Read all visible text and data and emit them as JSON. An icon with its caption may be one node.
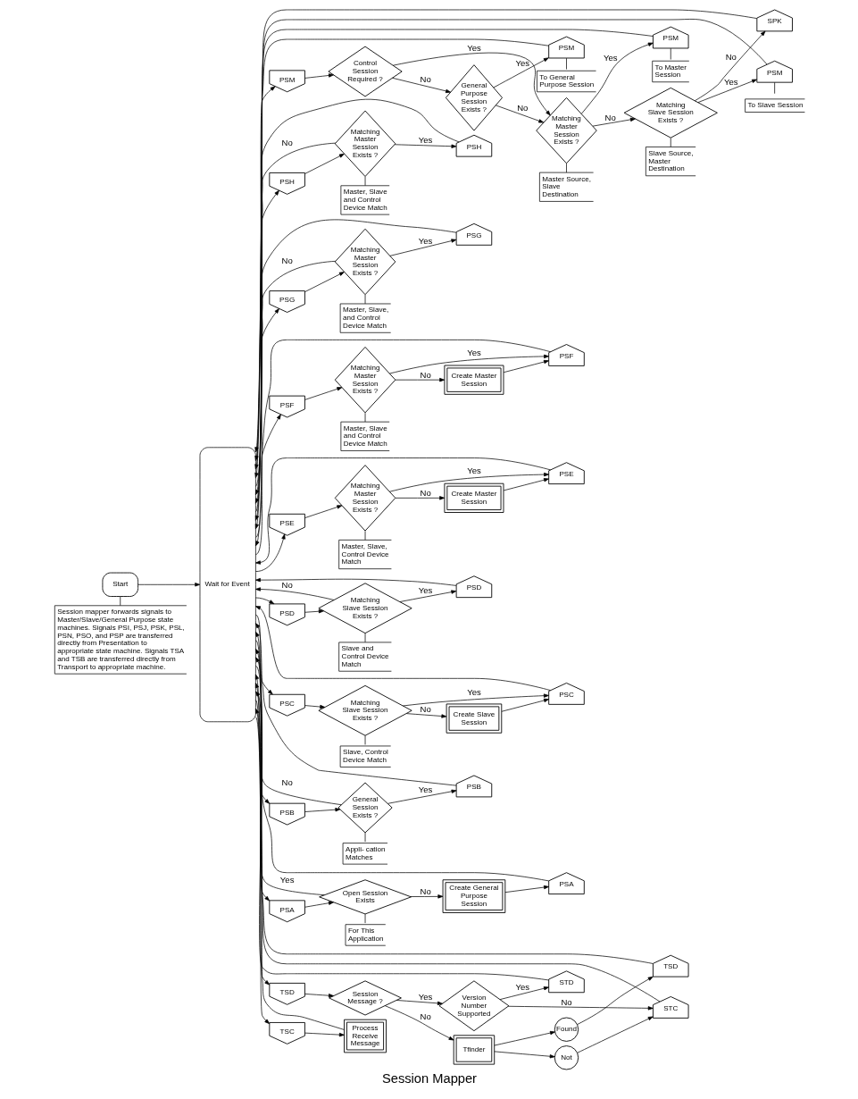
{
  "diagram": {
    "title": "Session Mapper",
    "nodes": [
      {
        "text": [
          "Start"
        ]
      },
      {
        "text": [
          "Session mapper forwards signals to Master/Slave/General Purpose state machines. Signals PSI, PSJ, PSK, PSL, PSN, PSO, and PSP are transferred directly from Presentation to appropriate state machine. Signals TSA and TSB are transferred directly from Transport to appropriate machine."
        ]
      },
      {
        "text": [
          "Wait for Event"
        ]
      },
      {
        "text": [
          "TSC"
        ]
      },
      {
        "text": [
          "Process Receive Message"
        ]
      },
      {
        "text": [
          "TSD"
        ]
      },
      {
        "text": [
          "Session Message ?"
        ]
      },
      {
        "text": [
          "Tfinder"
        ]
      },
      {
        "text": [
          "Not"
        ]
      },
      {
        "text": [
          "Found"
        ]
      },
      {
        "text": [
          "Version Number Supported"
        ]
      },
      {
        "text": [
          "STD"
        ]
      },
      {
        "text": [
          "STC"
        ]
      },
      {
        "text": [
          "TSD"
        ]
      },
      {
        "text": [
          "PSA"
        ]
      },
      {
        "text": [
          "Open Session Exists"
        ]
      },
      {
        "text": [
          "For This Application"
        ]
      },
      {
        "text": [
          "Create General Purpose Session"
        ]
      },
      {
        "text": [
          "PSA"
        ]
      },
      {
        "text": [
          "PSB"
        ]
      },
      {
        "text": [
          "General Session Exists ?"
        ]
      },
      {
        "text": [
          "Appli- cation Matches"
        ]
      },
      {
        "text": [
          "PSB"
        ]
      },
      {
        "text": [
          "PSC"
        ]
      },
      {
        "text": [
          "Matching Slave Session Exists ?"
        ]
      },
      {
        "text": [
          "Slave, Control Device Match"
        ]
      },
      {
        "text": [
          "Create Slave Session"
        ]
      },
      {
        "text": [
          "PSC"
        ]
      },
      {
        "text": [
          "PSD"
        ]
      },
      {
        "text": [
          "Matching Slave Session Exists ?"
        ]
      },
      {
        "text": [
          "Slave and Control Device Match"
        ]
      },
      {
        "text": [
          "PSD"
        ]
      },
      {
        "text": [
          "PSE"
        ]
      },
      {
        "text": [
          "Matching Master Session Exists ?"
        ]
      },
      {
        "text": [
          "Master, Slave, Control Device Match"
        ]
      },
      {
        "text": [
          "Create Master Session"
        ]
      },
      {
        "text": [
          "PSE"
        ]
      },
      {
        "text": [
          "PSF"
        ]
      },
      {
        "text": [
          "Matching Master Session Exists ?"
        ]
      },
      {
        "text": [
          "Master, Slave and Control Device Match"
        ]
      },
      {
        "text": [
          "Create Master Session"
        ]
      },
      {
        "text": [
          "PSF"
        ]
      },
      {
        "text": [
          "PSG"
        ]
      },
      {
        "text": [
          "Matching Master Session Exists ?"
        ]
      },
      {
        "text": [
          "Master, Slave, and Control Device Match"
        ]
      },
      {
        "text": [
          "PSG"
        ]
      },
      {
        "text": [
          "PSH"
        ]
      },
      {
        "text": [
          "Matching Master Session Exists ?"
        ]
      },
      {
        "text": [
          "Master, Slave and Control Device Match"
        ]
      },
      {
        "text": [
          "PSH"
        ]
      },
      {
        "text": [
          "PSM"
        ]
      },
      {
        "text": [
          "Control Session Required ?"
        ]
      },
      {
        "text": [
          "General Purpose Session Exists ?"
        ]
      },
      {
        "text": [
          "PSM"
        ]
      },
      {
        "text": [
          "To General Purpose Session"
        ]
      },
      {
        "text": [
          "Matching Master Session Exists ?"
        ]
      },
      {
        "text": [
          "Master Source, Slave Destination"
        ]
      },
      {
        "text": [
          "PSM"
        ]
      },
      {
        "text": [
          "To Master Session"
        ]
      },
      {
        "text": [
          "Matching Slave Session Exists ?"
        ]
      },
      {
        "text": [
          "Slave Source, Master Destination"
        ]
      },
      {
        "text": [
          "PSM"
        ]
      },
      {
        "text": [
          "To Slave Session"
        ]
      },
      {
        "text": [
          "SPK"
        ]
      }
    ],
    "edges": [
      {
        "from": 0,
        "to": 2,
        "arrow": "to"
      },
      {
        "from": 0,
        "to": 1,
        "arrow": "none"
      },
      {
        "from": 2,
        "to": 3,
        "arrow": "to"
      },
      {
        "from": 2,
        "to": 5,
        "arrow": "to"
      },
      {
        "from": 2,
        "to": 14,
        "arrow": "to"
      },
      {
        "from": 2,
        "to": 19,
        "arrow": "to"
      },
      {
        "from": 2,
        "to": 23,
        "arrow": "to"
      },
      {
        "from": 2,
        "to": 28,
        "arrow": "to"
      },
      {
        "from": 2,
        "to": 32,
        "arrow": "to"
      },
      {
        "from": 2,
        "to": 37,
        "arrow": "to"
      },
      {
        "from": 2,
        "to": 42,
        "arrow": "to"
      },
      {
        "from": 2,
        "to": 46,
        "arrow": "to"
      },
      {
        "from": 2,
        "to": 50,
        "arrow": "to"
      },
      {
        "from": 3,
        "to": 4,
        "arrow": "to"
      },
      {
        "from": 4,
        "to": 2,
        "arrow": "to"
      },
      {
        "from": 5,
        "to": 6,
        "arrow": "to"
      },
      {
        "from": 6,
        "to": 10,
        "label": "Yes",
        "arrow": "to"
      },
      {
        "from": 6,
        "to": 7,
        "label": "No",
        "arrow": "to"
      },
      {
        "from": 7,
        "to": 8,
        "arrow": "to"
      },
      {
        "from": 7,
        "to": 9,
        "arrow": "to"
      },
      {
        "from": 8,
        "to": 12,
        "arrow": "to"
      },
      {
        "from": 9,
        "to": 13,
        "arrow": "to"
      },
      {
        "from": 10,
        "to": 11,
        "label": "Yes",
        "arrow": "to"
      },
      {
        "from": 10,
        "to": 12,
        "label": "No",
        "arrow": "to"
      },
      {
        "from": 11,
        "to": 2,
        "arrow": "to"
      },
      {
        "from": 12,
        "to": 2,
        "arrow": "to"
      },
      {
        "from": 13,
        "to": 2,
        "arrow": "to"
      },
      {
        "from": 14,
        "to": 15,
        "arrow": "to"
      },
      {
        "from": 15,
        "to": 16,
        "arrow": "none"
      },
      {
        "from": 15,
        "to": 2,
        "label": "Yes",
        "arrow": "to"
      },
      {
        "from": 15,
        "to": 17,
        "label": "No",
        "arrow": "to"
      },
      {
        "from": 17,
        "to": 18,
        "arrow": "to"
      },
      {
        "from": 18,
        "to": 2,
        "arrow": "to"
      },
      {
        "from": 19,
        "to": 20,
        "arrow": "to"
      },
      {
        "from": 20,
        "to": 21,
        "arrow": "none"
      },
      {
        "from": 20,
        "to": 22,
        "label": "Yes",
        "arrow": "to"
      },
      {
        "from": 20,
        "to": 2,
        "label": "No",
        "arrow": "to"
      },
      {
        "from": 22,
        "to": 2,
        "arrow": "to"
      },
      {
        "from": 23,
        "to": 24,
        "arrow": "to"
      },
      {
        "from": 24,
        "to": 25,
        "arrow": "none"
      },
      {
        "from": 24,
        "to": 27,
        "label": "Yes",
        "arrow": "to"
      },
      {
        "from": 24,
        "to": 26,
        "label": "No",
        "arrow": "to"
      },
      {
        "from": 26,
        "to": 27,
        "arrow": "to"
      },
      {
        "from": 27,
        "to": 2,
        "arrow": "to"
      },
      {
        "from": 28,
        "to": 29,
        "arrow": "to"
      },
      {
        "from": 29,
        "to": 30,
        "arrow": "none"
      },
      {
        "from": 29,
        "to": 31,
        "label": "Yes",
        "arrow": "to"
      },
      {
        "from": 29,
        "to": 2,
        "label": "No",
        "arrow": "to"
      },
      {
        "from": 31,
        "to": 2,
        "arrow": "to"
      },
      {
        "from": 32,
        "to": 33,
        "arrow": "to"
      },
      {
        "from": 33,
        "to": 34,
        "arrow": "none"
      },
      {
        "from": 33,
        "to": 36,
        "label": "Yes",
        "arrow": "to"
      },
      {
        "from": 33,
        "to": 35,
        "label": "No",
        "arrow": "to"
      },
      {
        "from": 35,
        "to": 36,
        "arrow": "to"
      },
      {
        "from": 36,
        "to": 2,
        "arrow": "to"
      },
      {
        "from": 37,
        "to": 38,
        "arrow": "to"
      },
      {
        "from": 38,
        "to": 39,
        "arrow": "none"
      },
      {
        "from": 38,
        "to": 41,
        "label": "Yes",
        "arrow": "to"
      },
      {
        "from": 38,
        "to": 40,
        "label": "No",
        "arrow": "to"
      },
      {
        "from": 40,
        "to": 41,
        "arrow": "to"
      },
      {
        "from": 41,
        "to": 2,
        "arrow": "to"
      },
      {
        "from": 42,
        "to": 43,
        "arrow": "to"
      },
      {
        "from": 43,
        "to": 44,
        "arrow": "none"
      },
      {
        "from": 43,
        "to": 45,
        "label": "Yes",
        "arrow": "to"
      },
      {
        "from": 43,
        "to": 2,
        "label": "No",
        "arrow": "to"
      },
      {
        "from": 45,
        "to": 2,
        "arrow": "to"
      },
      {
        "from": 46,
        "to": 47,
        "arrow": "to"
      },
      {
        "from": 47,
        "to": 48,
        "arrow": "none"
      },
      {
        "from": 47,
        "to": 49,
        "label": "Yes",
        "arrow": "to"
      },
      {
        "from": 47,
        "to": 2,
        "label": "No",
        "arrow": "to"
      },
      {
        "from": 49,
        "to": 2,
        "arrow": "to"
      },
      {
        "from": 50,
        "to": 51,
        "arrow": "to"
      },
      {
        "from": 51,
        "to": 55,
        "label": "Yes",
        "arrow": "to"
      },
      {
        "from": 51,
        "to": 52,
        "label": "No",
        "arrow": "to"
      },
      {
        "from": 52,
        "to": 53,
        "label": "Yes",
        "arrow": "to"
      },
      {
        "from": 52,
        "to": 55,
        "label": "No",
        "arrow": "to"
      },
      {
        "from": 53,
        "to": 54,
        "arrow": "none"
      },
      {
        "from": 53,
        "to": 2,
        "arrow": "to"
      },
      {
        "from": 55,
        "to": 56,
        "arrow": "none"
      },
      {
        "from": 55,
        "to": 57,
        "label": "Yes",
        "arrow": "to"
      },
      {
        "from": 55,
        "to": 59,
        "label": "No",
        "arrow": "to"
      },
      {
        "from": 57,
        "to": 58,
        "arrow": "none"
      },
      {
        "from": 57,
        "to": 2,
        "arrow": "to"
      },
      {
        "from": 59,
        "to": 60,
        "arrow": "none"
      },
      {
        "from": 59,
        "to": 61,
        "label": "Yes",
        "arrow": "to"
      },
      {
        "from": 59,
        "to": 63,
        "label": "No",
        "arrow": "to"
      },
      {
        "from": 61,
        "to": 62,
        "arrow": "none"
      },
      {
        "from": 61,
        "to": 2,
        "arrow": "to"
      },
      {
        "from": 63,
        "to": 2,
        "arrow": "to"
      }
    ]
  }
}
